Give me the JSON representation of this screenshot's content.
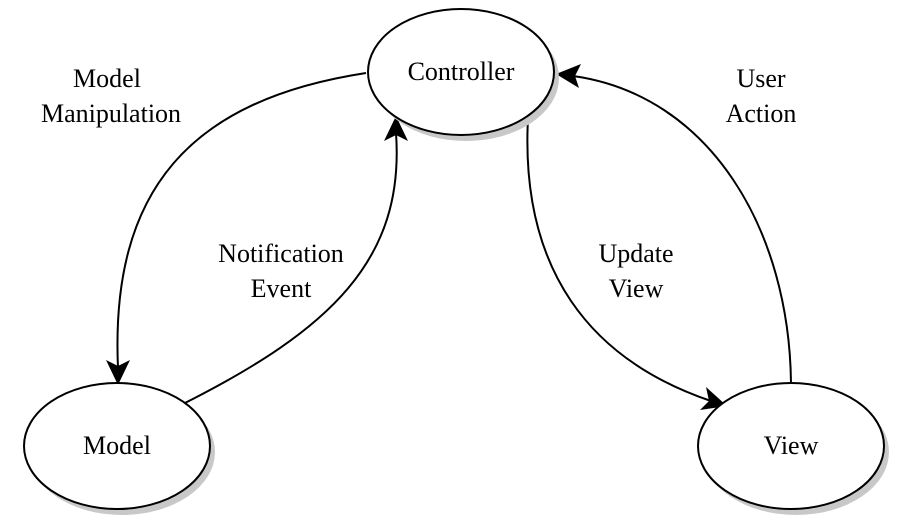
{
  "nodes": {
    "controller": {
      "label": "Controller"
    },
    "model": {
      "label": "Model"
    },
    "view": {
      "label": "View"
    }
  },
  "edges": {
    "model_manipulation": {
      "line1": "Model",
      "line2": "Manipulation"
    },
    "notification_event": {
      "line1": "Notification",
      "line2": "Event"
    },
    "update_view": {
      "line1": "Update",
      "line2": "View"
    },
    "user_action": {
      "line1": "User",
      "line2": "Action"
    }
  },
  "colors": {
    "stroke": "#000000",
    "fill": "#ffffff",
    "shadow": "#c8c8c8"
  }
}
